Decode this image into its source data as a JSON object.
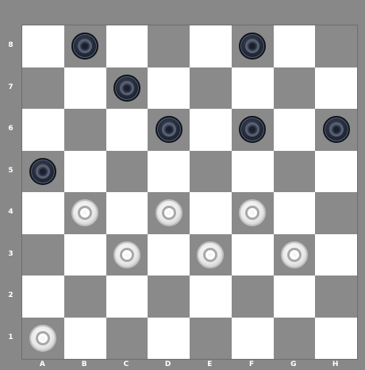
{
  "board": {
    "ranks": [
      "8",
      "7",
      "6",
      "5",
      "4",
      "3",
      "2",
      "1"
    ],
    "files": [
      "A",
      "B",
      "C",
      "D",
      "E",
      "F",
      "G",
      "H"
    ],
    "squares": [
      [
        "",
        "black",
        "",
        "",
        "",
        "black",
        "",
        ""
      ],
      [
        "",
        "",
        "black",
        "",
        "",
        "",
        "",
        ""
      ],
      [
        "",
        "",
        "",
        "black",
        "",
        "black",
        "",
        "black"
      ],
      [
        "black",
        "",
        "",
        "",
        "",
        "",
        "",
        ""
      ],
      [
        "",
        "white",
        "",
        "white",
        "",
        "white",
        "",
        ""
      ],
      [
        "",
        "",
        "white",
        "",
        "white",
        "",
        "white",
        ""
      ],
      [
        "",
        "",
        "",
        "",
        "",
        "",
        "",
        ""
      ],
      [
        "white",
        "",
        "",
        "",
        "",
        "",
        "",
        ""
      ]
    ]
  },
  "colors": {
    "frame": "#888888",
    "light_square": "#ffffff",
    "dark_square": "#8a8a8a",
    "black_piece": "#222a3a",
    "white_piece": "#f0f0f0"
  }
}
